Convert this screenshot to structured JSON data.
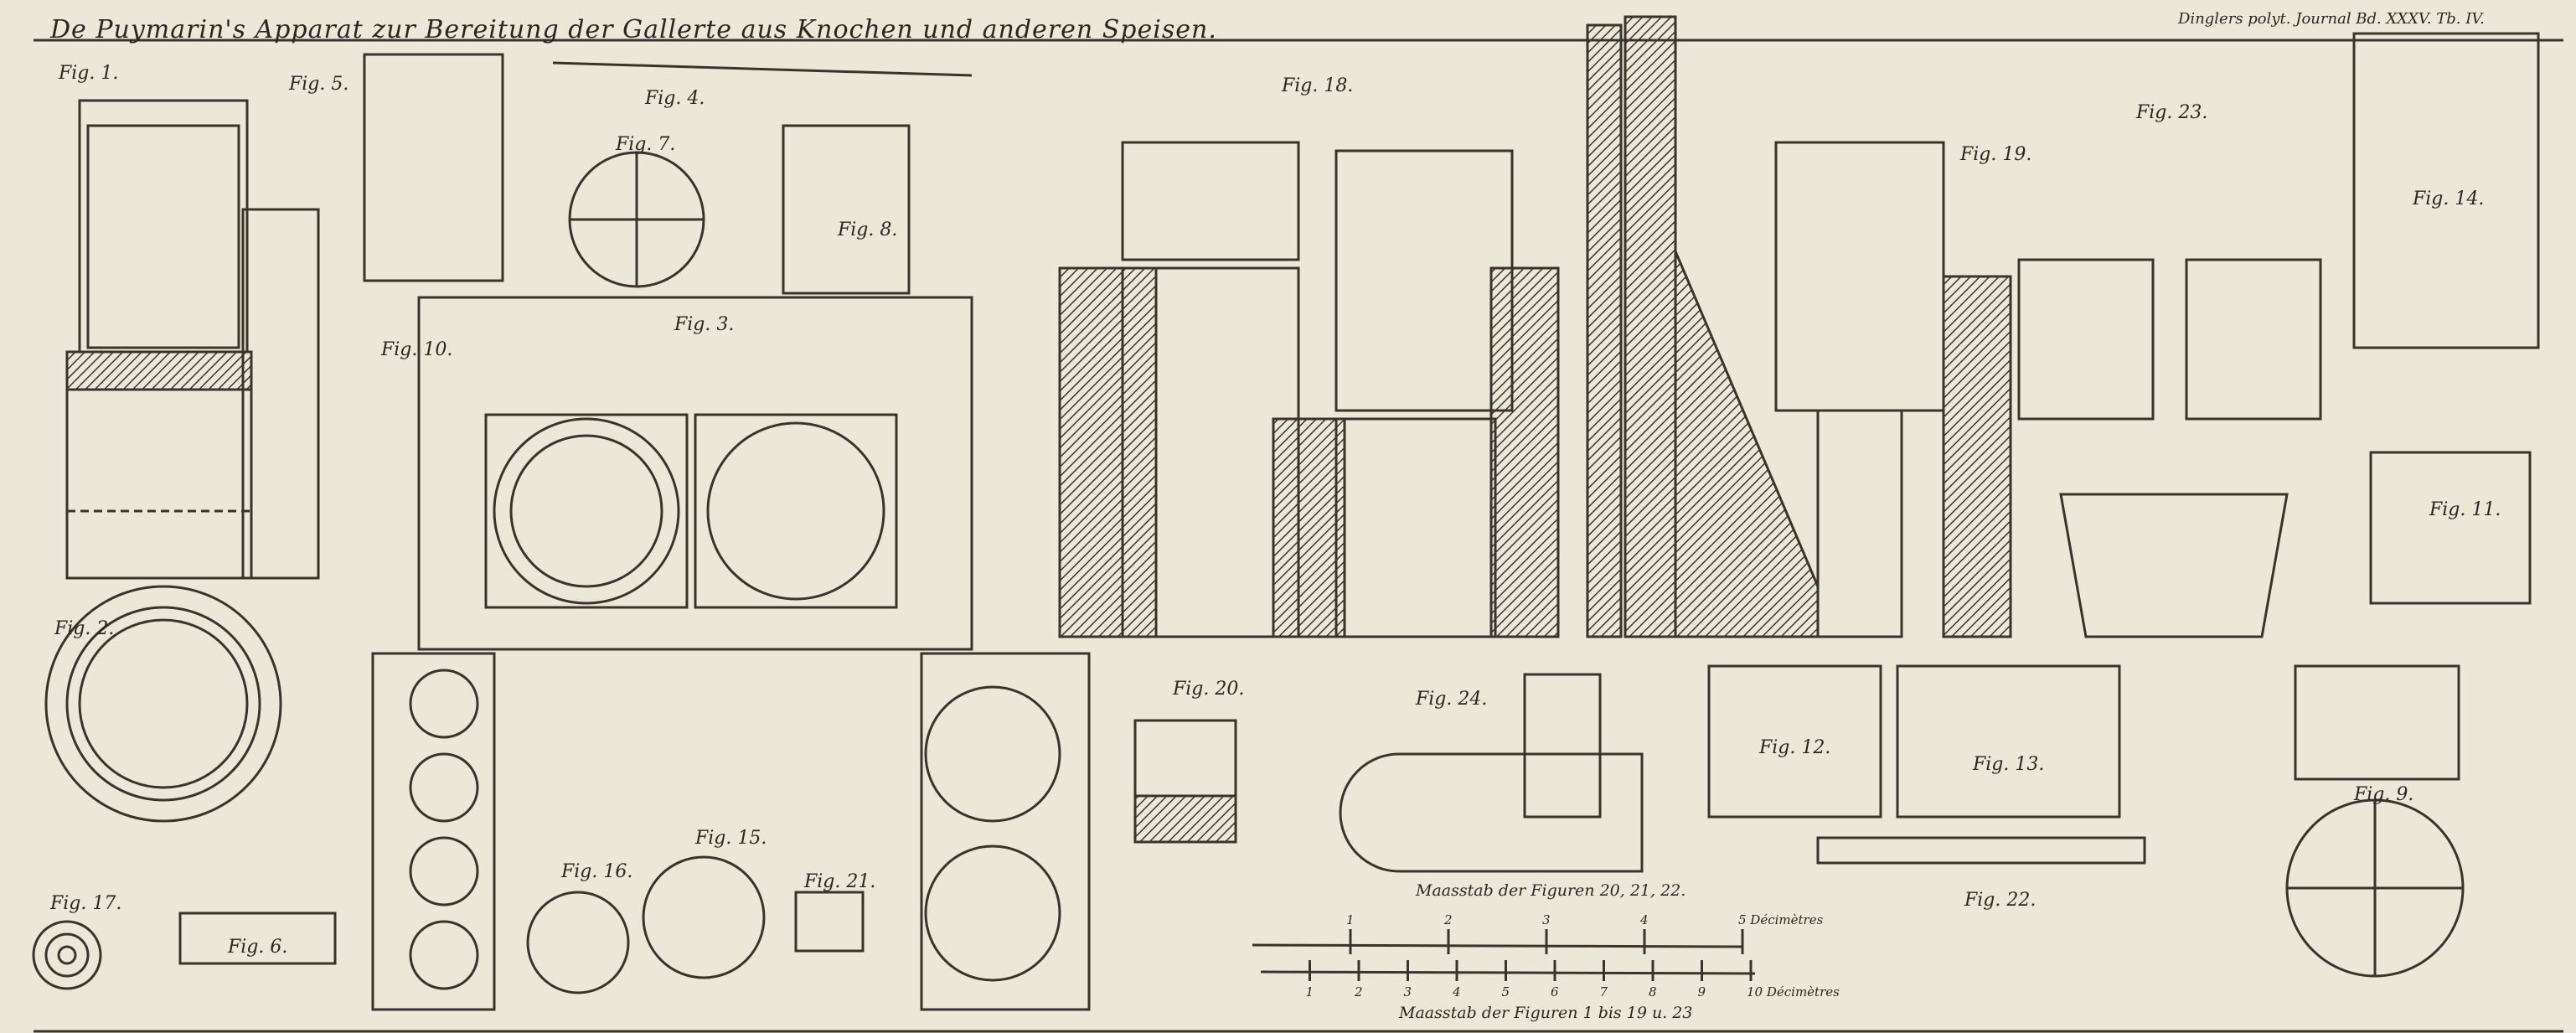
{
  "plate": {
    "title": "De Puymarin's Apparat zur Bereitung der Gallerte aus Knochen und anderen Speisen.",
    "journal": "Dinglers polyt. Journal Bd. XXXV. Tb. IV."
  },
  "figures": [
    "Fig. 1.",
    "Fig. 5.",
    "Fig. 10.",
    "Fig. 4.",
    "Fig. 7.",
    "Fig. 8.",
    "Fig. 3.",
    "Fig. 2.",
    "Fig. 17.",
    "Fig. 6.",
    "Fig. 16.",
    "Fig. 15.",
    "Fig. 21.",
    "Fig. 18.",
    "Fig. 19.",
    "Fig. 23.",
    "Fig. 14.",
    "Fig. 11.",
    "Fig. 20.",
    "Fig. 24.",
    "Fig. 12.",
    "Fig. 13.",
    "Fig. 22.",
    "Fig. 9."
  ],
  "scales": {
    "small": {
      "label": "Maasstab der Figuren 20, 21, 22.",
      "ticks": [
        "1",
        "2",
        "3",
        "4",
        "5 Décimètres"
      ]
    },
    "large": {
      "label": "Maasstab der Figuren 1 bis 19 u. 23",
      "ticks": [
        "1",
        "2",
        "3",
        "4",
        "5",
        "6",
        "7",
        "8",
        "9",
        "10 Décimètres"
      ]
    }
  }
}
